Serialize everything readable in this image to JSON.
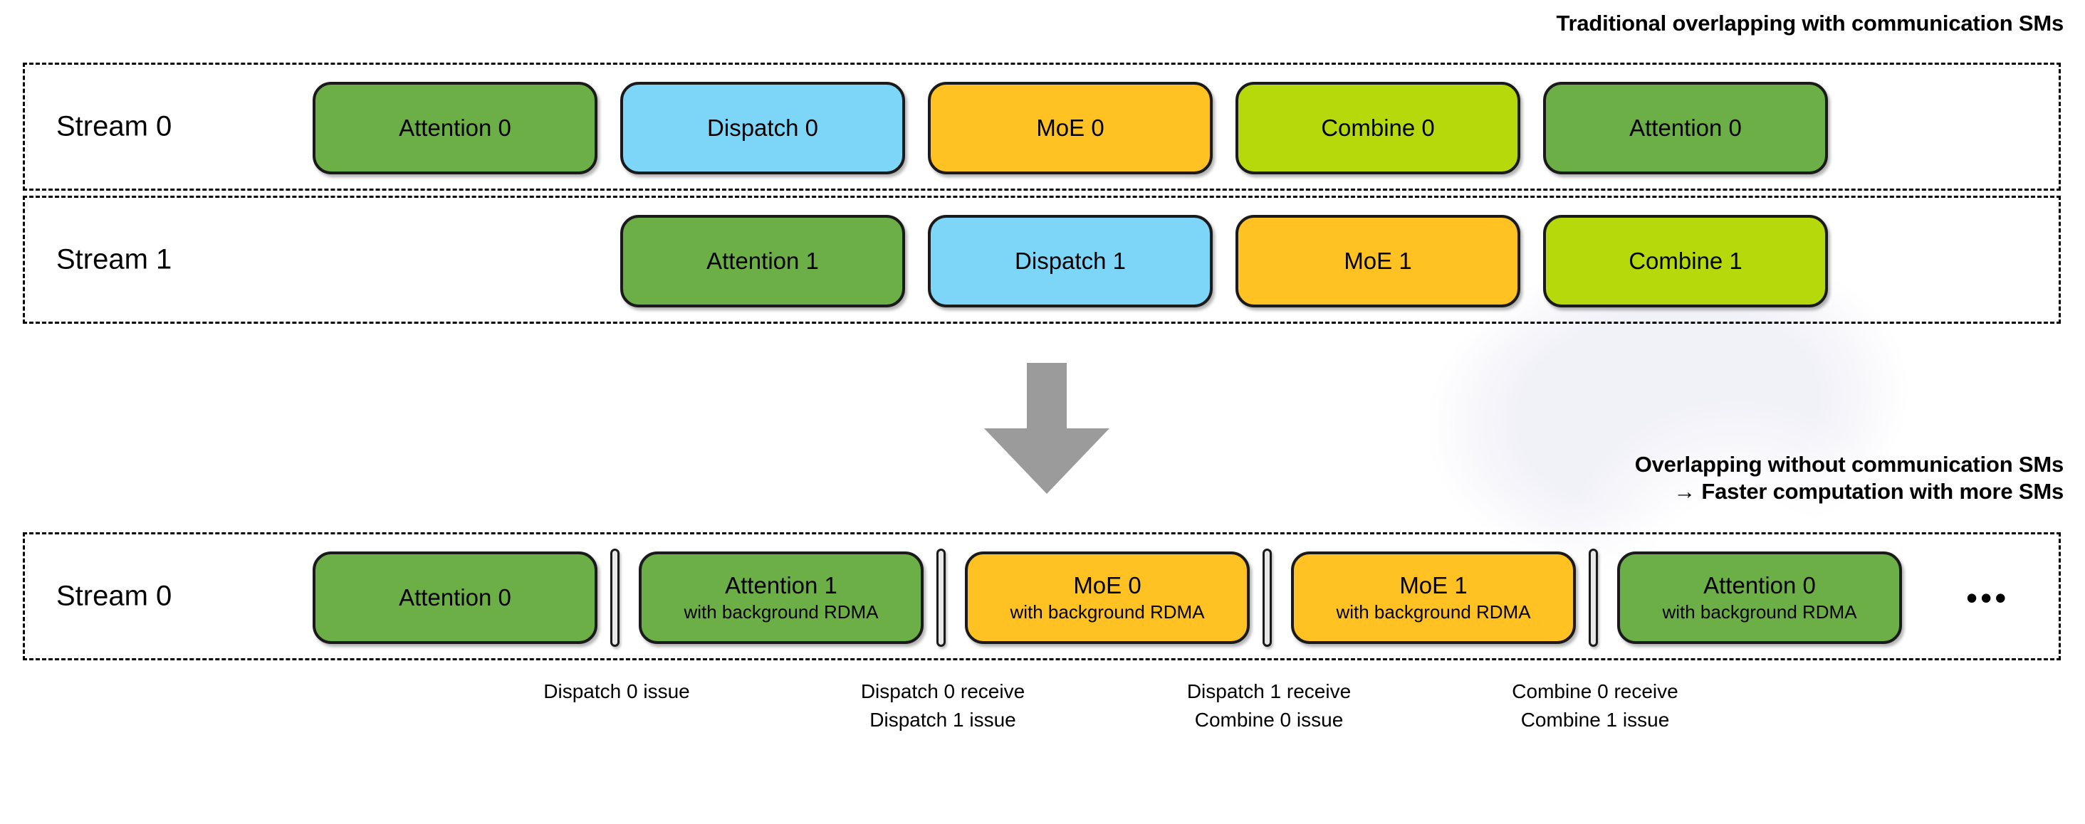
{
  "captions": {
    "top": "Traditional overlapping with communication SMs",
    "bottom": "Overlapping without communication SMs\n→ Faster computation with more SMs"
  },
  "colors": {
    "attention": "#6CAF47",
    "dispatch": "#7DD5F7",
    "moe": "#FFC222",
    "combine": "#B6D90C",
    "arrow": "#9B9B9B",
    "separator": "#E8E8E8",
    "outline": "#1A1A1A"
  },
  "rows": [
    {
      "label": "Stream 0",
      "tasks": [
        {
          "title": "Attention 0",
          "sub": "",
          "kind": "attention"
        },
        {
          "title": "Dispatch 0",
          "sub": "",
          "kind": "dispatch"
        },
        {
          "title": "MoE 0",
          "sub": "",
          "kind": "moe"
        },
        {
          "title": "Combine 0",
          "sub": "",
          "kind": "combine"
        },
        {
          "title": "Attention 0",
          "sub": "",
          "kind": "attention"
        }
      ]
    },
    {
      "label": "Stream 1",
      "tasks": [
        {
          "title": "Attention 1",
          "sub": "",
          "kind": "attention"
        },
        {
          "title": "Dispatch 1",
          "sub": "",
          "kind": "dispatch"
        },
        {
          "title": "MoE 1",
          "sub": "",
          "kind": "moe"
        },
        {
          "title": "Combine 1",
          "sub": "",
          "kind": "combine"
        }
      ]
    },
    {
      "label": "Stream 0",
      "tasks": [
        {
          "title": "Attention 0",
          "sub": "",
          "kind": "attention"
        },
        {
          "title": "Attention 1",
          "sub": "with background RDMA",
          "kind": "attention"
        },
        {
          "title": "MoE 0",
          "sub": "with background RDMA",
          "kind": "moe"
        },
        {
          "title": "MoE 1",
          "sub": "with background RDMA",
          "kind": "moe"
        },
        {
          "title": "Attention 0",
          "sub": "with background RDMA",
          "kind": "attention"
        }
      ],
      "trailing": "•••"
    }
  ],
  "annotations": [
    {
      "text": "Dispatch 0 issue"
    },
    {
      "text": "Dispatch 0 receive\nDispatch 1 issue"
    },
    {
      "text": "Dispatch 1 receive\nCombine 0 issue"
    },
    {
      "text": "Combine 0 receive\nCombine 1 issue"
    }
  ]
}
